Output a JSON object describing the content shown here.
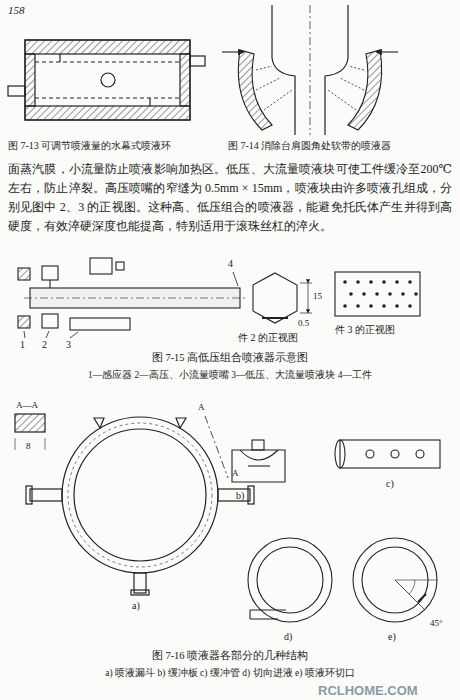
{
  "diagram": {
    "labels": [
      "158",
      "图 7-13 可调节喷液量的水幕式喷液环",
      "图 7-14 消除台肩圆角处软带的喷液器",
      "面蒸汽膜，小流量防止喷液影响加热区。低压、大流量喷液块可使工件缓冷至200℃左右，防止淬裂。高压喷嘴的窄缝为 0.5mm × 15mm，喷液块由许多喷液孔组成，分别见图中 2、3 的正视图。这种高、低压组合的喷液器，能避免托氏体产生并得到高硬度，有效淬硬深度也能提高，特别适用于滚珠丝杠的淬火。",
      "4",
      "15",
      "0.5",
      "件 2 的正视图",
      "件 3 的正视图",
      "1",
      "2",
      "3",
      "图 7-15 高低压组合喷液器示意图",
      "1—感应器 2—高压、小流量喷嘴 3—低压、大流量喷液块 4—工件",
      "A—A",
      "8",
      "A",
      "A",
      "a)",
      "b)",
      "c)",
      "d)",
      "45°",
      "e)",
      "图 7-16 喷液器各部分的几种结构",
      "a) 喷液漏斗 b) 缓冲板 c) 缓冲管 d) 切向进液 e) 喷液环切口",
      "RCLHOME.COM"
    ]
  }
}
